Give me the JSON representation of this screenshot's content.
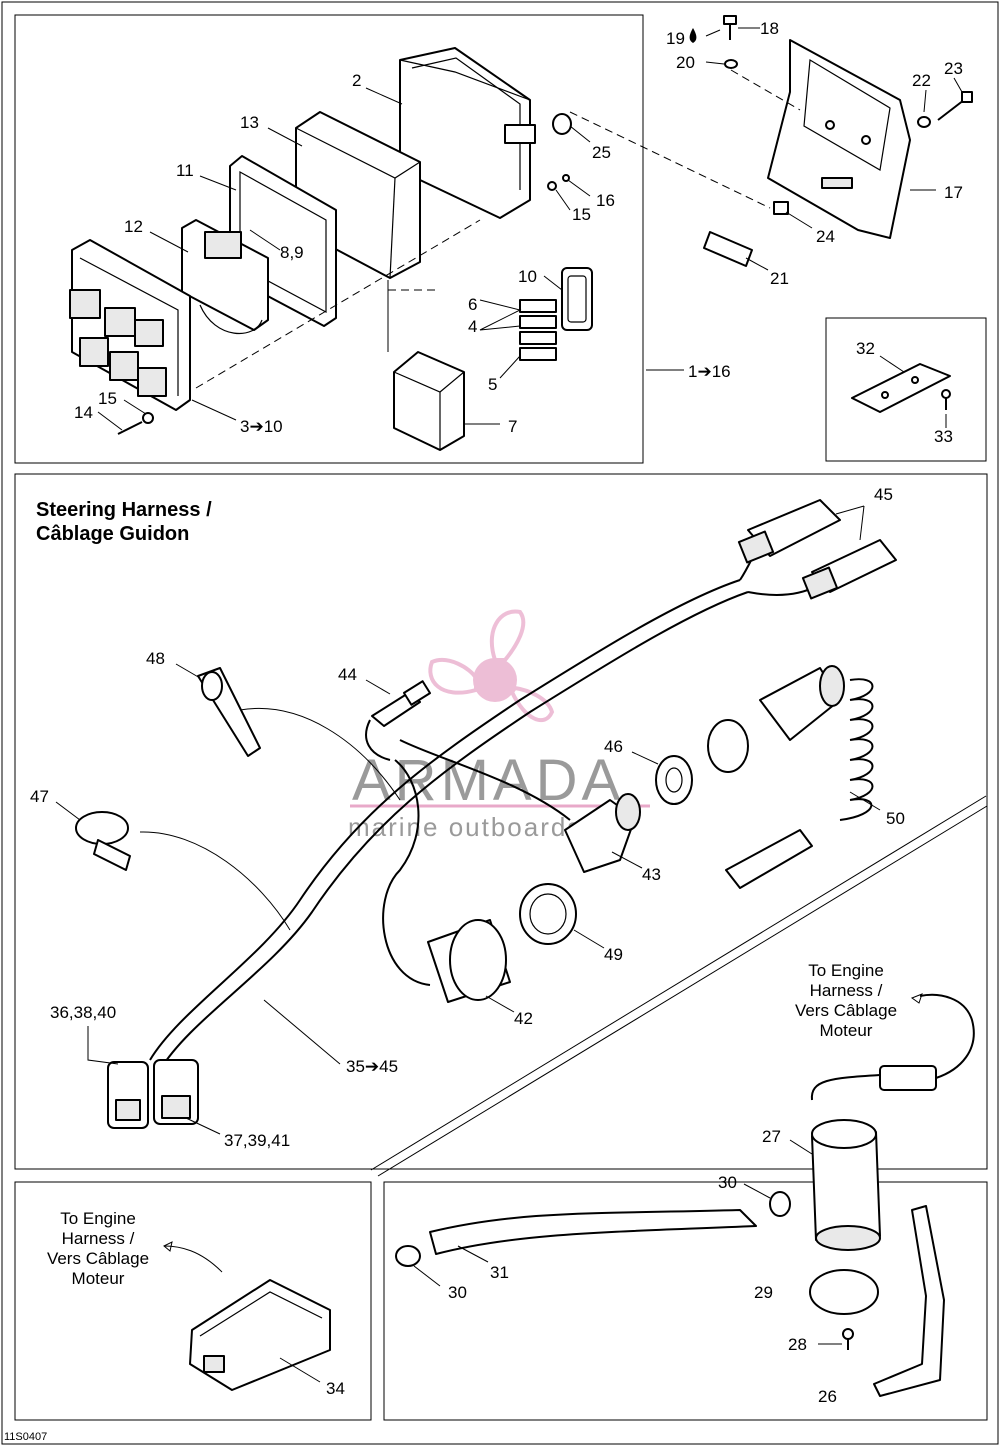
{
  "diagram": {
    "drawing_code": "11S0407",
    "steering_title": [
      "Steering Harness /",
      "Câblage Guidon"
    ],
    "engine_note_1": [
      "To Engine",
      "Harness /",
      "Vers Câblage",
      "Moteur"
    ],
    "engine_note_2": [
      "To Engine",
      "Harness /",
      "Vers Câblage",
      "Moteur"
    ],
    "watermark": {
      "brand": "ARMADA",
      "tagline": "marine outboards",
      "color": "#e8a9c9"
    },
    "callouts": {
      "c1_16": "1➔16",
      "c2": "2",
      "c3_10": "3➔10",
      "c4": "4",
      "c5": "5",
      "c6": "6",
      "c7": "7",
      "c8_9": "8,9",
      "c10": "10",
      "c11": "11",
      "c12": "12",
      "c13": "13",
      "c14": "14",
      "c15a": "15",
      "c15b": "15",
      "c16": "16",
      "c17": "17",
      "c18": "18",
      "c19": "19",
      "c20": "20",
      "c21": "21",
      "c22": "22",
      "c23": "23",
      "c24": "24",
      "c25": "25",
      "c26": "26",
      "c27": "27",
      "c28": "28",
      "c29": "29",
      "c30a": "30",
      "c30b": "30",
      "c31": "31",
      "c32": "32",
      "c33": "33",
      "c34": "34",
      "c35_45": "35➔45",
      "c36_38_40": "36,38,40",
      "c37_39_41": "37,39,41",
      "c42": "42",
      "c43": "43",
      "c44": "44",
      "c45": "45",
      "c46": "46",
      "c47": "47",
      "c48": "48",
      "c49": "49",
      "c50": "50"
    }
  }
}
